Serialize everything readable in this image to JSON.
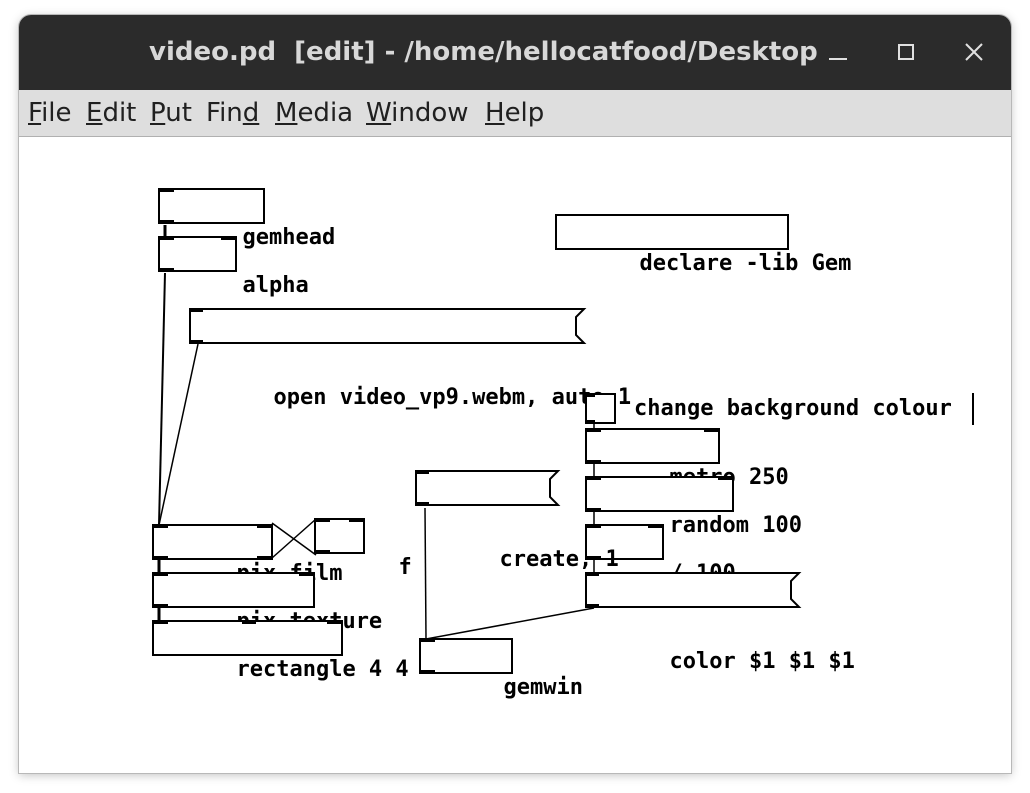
{
  "window": {
    "title": "video.pd  [edit] - /home/hellocatfood/Desktop"
  },
  "menu": [
    {
      "pre": "",
      "u": "F",
      "post": "ile"
    },
    {
      "pre": "",
      "u": "E",
      "post": "dit"
    },
    {
      "pre": "",
      "u": "P",
      "post": "ut"
    },
    {
      "pre": "Fin",
      "u": "d",
      "post": ""
    },
    {
      "pre": "",
      "u": "M",
      "post": "edia"
    },
    {
      "pre": "",
      "u": "W",
      "post": "indow"
    },
    {
      "pre": "",
      "u": "H",
      "post": "elp"
    }
  ],
  "patch": {
    "gemhead": "gemhead",
    "alpha": "alpha",
    "declare": "declare -lib Gem",
    "open_msg": "open video_vp9.webm, auto 1",
    "toggle_comment": "change background colour",
    "metro": "metro 250",
    "random": "random 100",
    "divide": "/ 100",
    "color_msg": "color $1 $1 $1",
    "create_msg": "create, 1",
    "pix_film": "pix_film",
    "float": "f",
    "pix_texture": "pix_texture",
    "rectangle": "rectangle 4 4",
    "gemwin": "gemwin"
  },
  "icons": {
    "minimize": "minimize-icon",
    "maximize": "maximize-icon",
    "close": "close-icon"
  }
}
